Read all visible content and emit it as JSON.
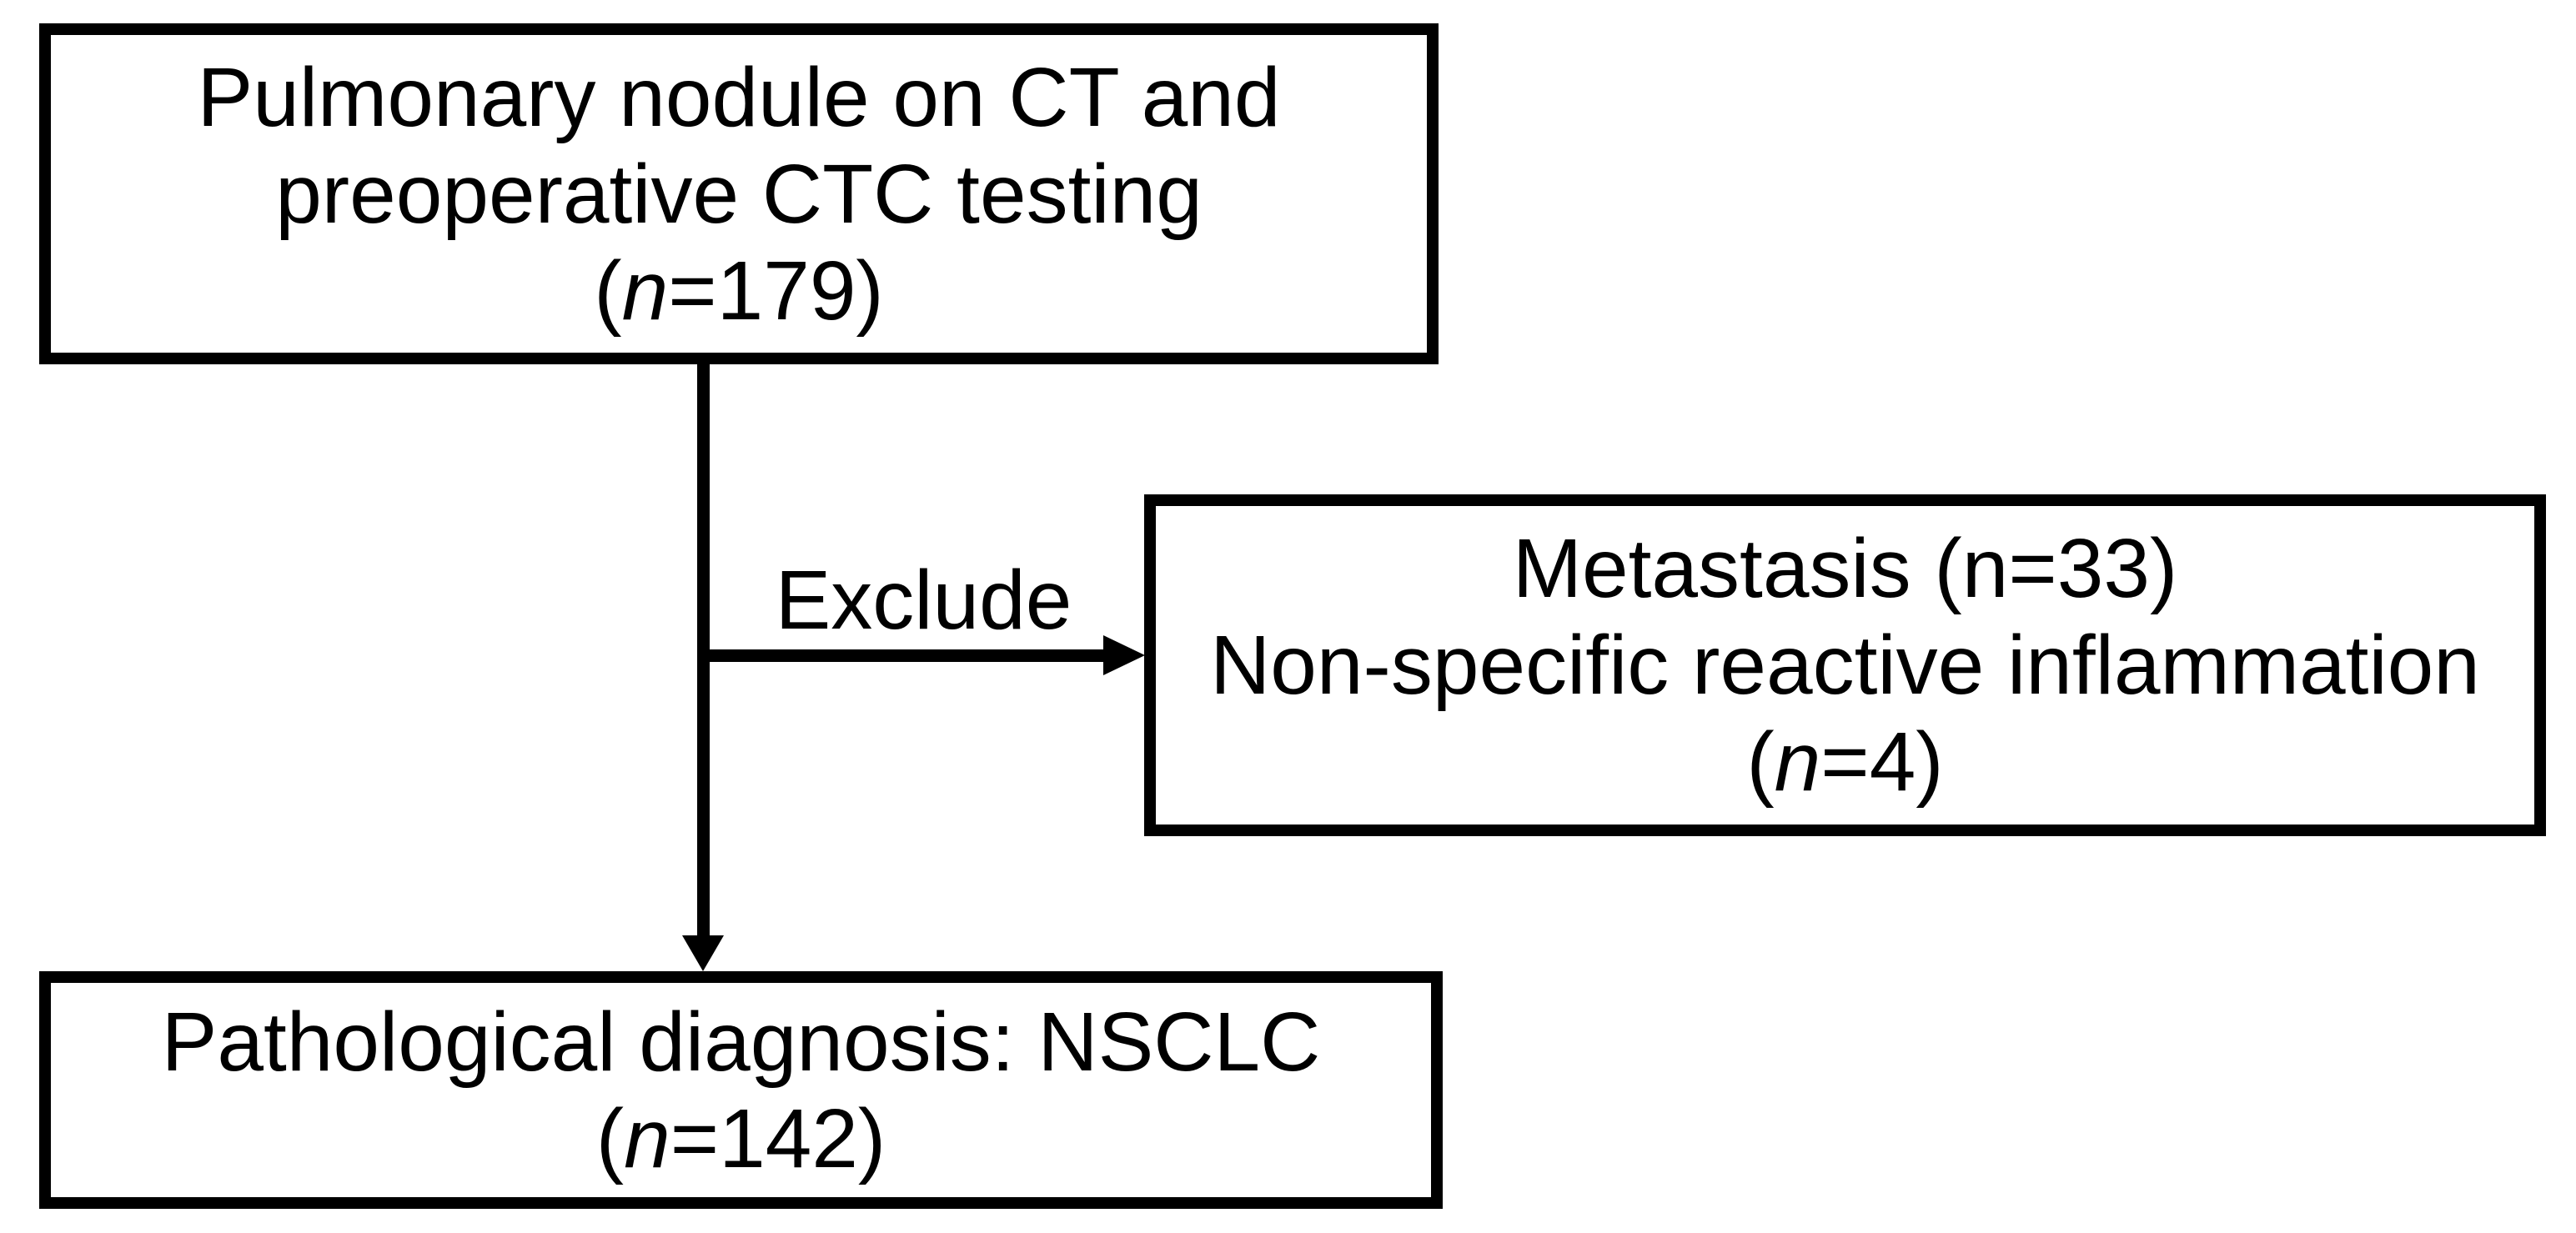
{
  "figure": {
    "type": "patient-flow-diagram",
    "colors": {
      "background": "#ffffff",
      "stroke": "#000000",
      "text": "#000000"
    },
    "nodes": [
      {
        "id": "initial-cohort",
        "visible_count": 179,
        "lines": [
          [
            {
              "text": "Pulmonary nodule on CT and",
              "italic": false
            }
          ],
          [
            {
              "text": "preoperative CTC testing",
              "italic": false
            }
          ],
          [
            {
              "text": "(",
              "italic": false
            },
            {
              "text": "n",
              "italic": true
            },
            {
              "text": "=179)",
              "italic": false
            }
          ]
        ]
      },
      {
        "id": "excluded-cases",
        "visible_count_metastasis": 33,
        "visible_count_inflammation": 4,
        "lines": [
          [
            {
              "text": "Metastasis (n=33)",
              "italic": false
            }
          ],
          [
            {
              "text": "Non-specific reactive inflammation",
              "italic": false
            }
          ],
          [
            {
              "text": "(",
              "italic": false
            },
            {
              "text": "n",
              "italic": true
            },
            {
              "text": "=4)",
              "italic": false
            }
          ]
        ]
      },
      {
        "id": "final-cohort",
        "visible_count": 142,
        "lines": [
          [
            {
              "text": "Pathological diagnosis: NSCLC",
              "italic": false
            }
          ],
          [
            {
              "text": "(",
              "italic": false
            },
            {
              "text": "n",
              "italic": true
            },
            {
              "text": "=142)",
              "italic": false
            }
          ]
        ]
      }
    ],
    "edge_label": "Exclude"
  }
}
